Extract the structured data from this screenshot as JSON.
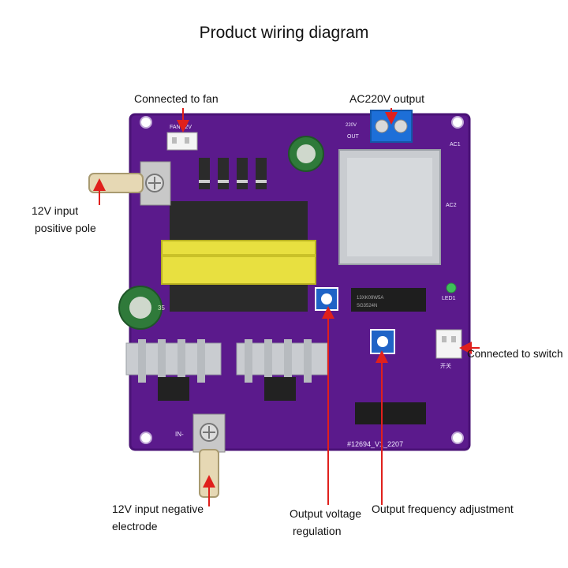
{
  "title": "Product wiring diagram",
  "labels": {
    "fan": "Connected to fan",
    "ac_out": "AC220V output",
    "pos_line1": "12V input",
    "pos_line2": "positive pole",
    "switch": "Connected to switch",
    "neg_line1": "12V input negative",
    "neg_line2": "electrode",
    "volt_line1": "Output voltage",
    "volt_line2": "regulation",
    "freq": "Output frequency adjustment"
  },
  "silkscreen": {
    "board_id": "#12694_V1_2207",
    "fan_conn": "FAN 12V",
    "out": "OUT",
    "v220": "220V",
    "ac1": "AC1",
    "ac2": "AC2",
    "in_minus": "IN-",
    "led": "LED1",
    "switch_cn": "开关",
    "ic1": "13XK09W5A",
    "ic2": "SG3524N",
    "cap_value": "35"
  },
  "colors": {
    "board": "#5b1a8c",
    "board_edge": "#4a1276",
    "arrow": "#e0201c",
    "transformer_core": "#e8e040",
    "heatsink": "#c9ccd0",
    "terminal_blue": "#1d6fd8"
  }
}
